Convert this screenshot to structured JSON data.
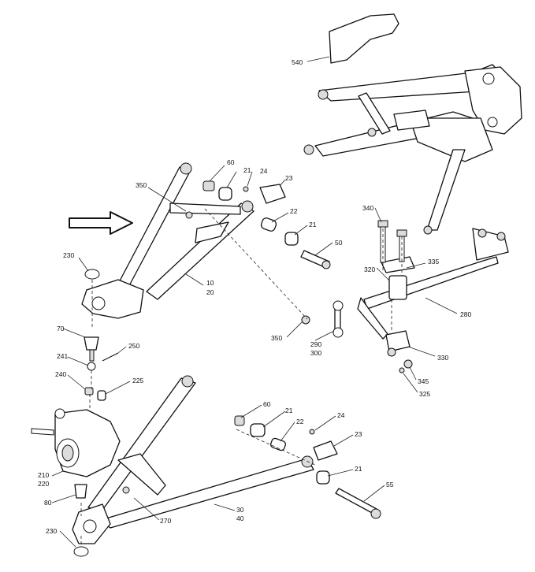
{
  "diagram": {
    "arrow_icon": "right-arrow-outline-icon",
    "callouts": [
      {
        "id": "540",
        "text": "540"
      },
      {
        "id": "60a",
        "text": "60"
      },
      {
        "id": "21a",
        "text": "21"
      },
      {
        "id": "24a",
        "text": "24"
      },
      {
        "id": "23a",
        "text": "23"
      },
      {
        "id": "350a",
        "text": "350"
      },
      {
        "id": "22a",
        "text": "22"
      },
      {
        "id": "21b",
        "text": "21"
      },
      {
        "id": "50",
        "text": "50"
      },
      {
        "id": "230a",
        "text": "230"
      },
      {
        "id": "10",
        "text": "10"
      },
      {
        "id": "20",
        "text": "20"
      },
      {
        "id": "340",
        "text": "340"
      },
      {
        "id": "335",
        "text": "335"
      },
      {
        "id": "320",
        "text": "320"
      },
      {
        "id": "280",
        "text": "280"
      },
      {
        "id": "350b",
        "text": "350"
      },
      {
        "id": "290",
        "text": "290"
      },
      {
        "id": "300",
        "text": "300"
      },
      {
        "id": "330",
        "text": "330"
      },
      {
        "id": "345",
        "text": "345"
      },
      {
        "id": "325",
        "text": "325"
      },
      {
        "id": "70",
        "text": "70"
      },
      {
        "id": "250",
        "text": "250"
      },
      {
        "id": "241",
        "text": "241"
      },
      {
        "id": "240",
        "text": "240"
      },
      {
        "id": "225",
        "text": "225"
      },
      {
        "id": "60b",
        "text": "60"
      },
      {
        "id": "21c",
        "text": "21"
      },
      {
        "id": "24b",
        "text": "24"
      },
      {
        "id": "22b",
        "text": "22"
      },
      {
        "id": "23b",
        "text": "23"
      },
      {
        "id": "21d",
        "text": "21"
      },
      {
        "id": "55",
        "text": "55"
      },
      {
        "id": "210",
        "text": "210"
      },
      {
        "id": "220",
        "text": "220"
      },
      {
        "id": "80",
        "text": "80"
      },
      {
        "id": "270",
        "text": "270"
      },
      {
        "id": "30",
        "text": "30"
      },
      {
        "id": "40",
        "text": "40"
      },
      {
        "id": "230b",
        "text": "230"
      }
    ]
  }
}
